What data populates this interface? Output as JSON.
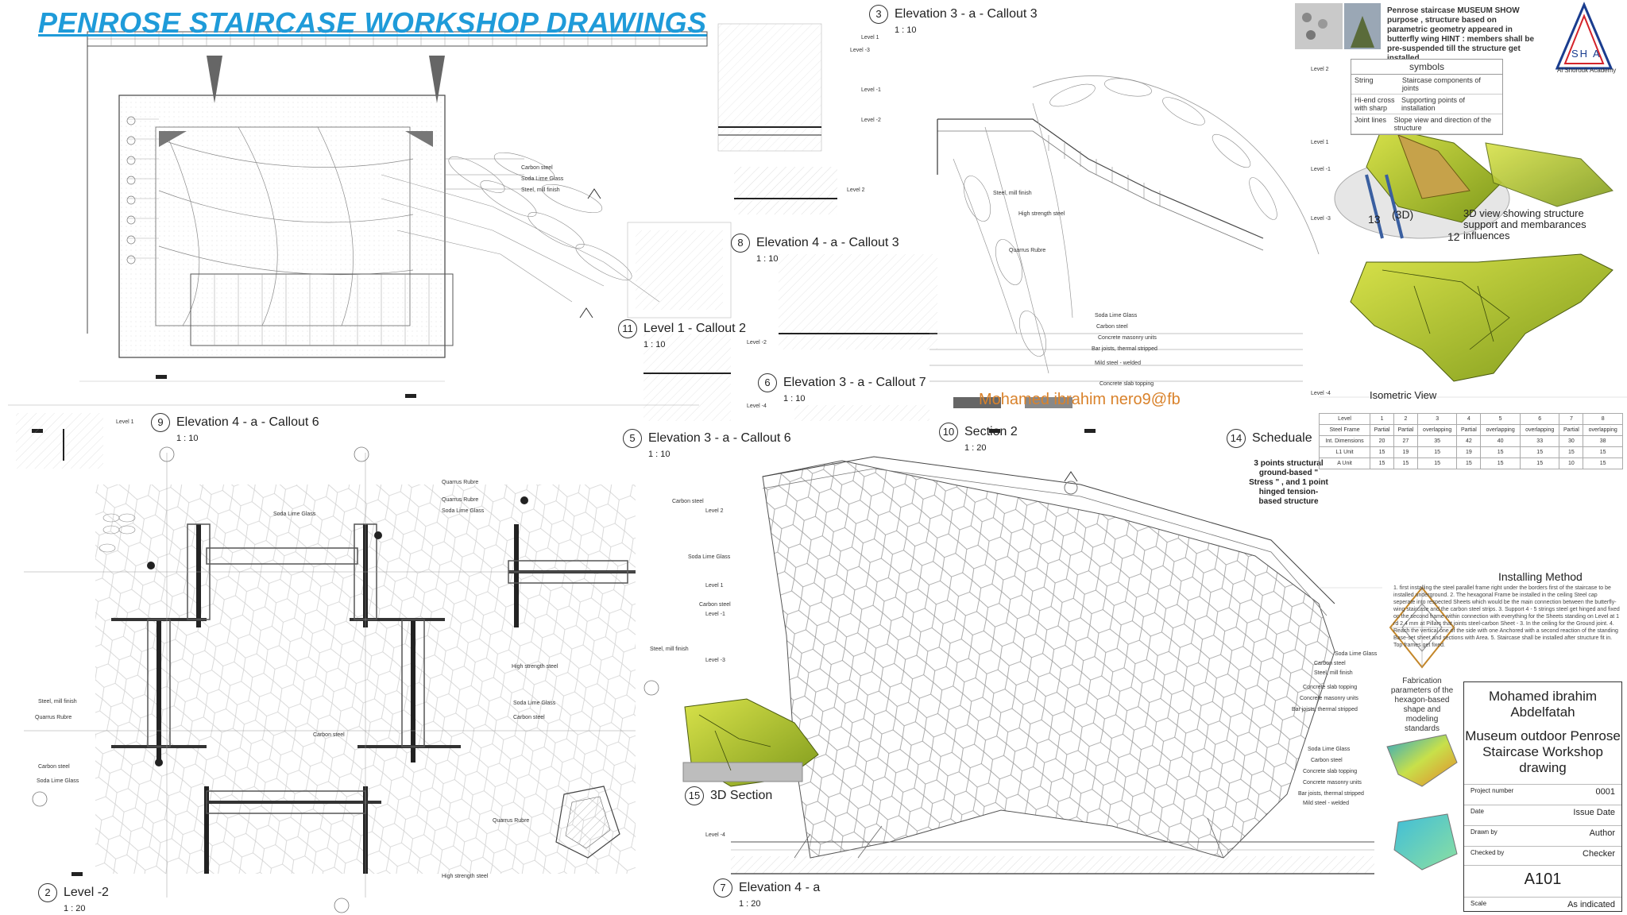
{
  "page_title": "PENROSE STAIRCASE WORKSHOP DRAWINGS",
  "credit": "Mohamed ibrahim nero9@fb",
  "views": {
    "level_minus2": {
      "num": "2",
      "title": "Level -2",
      "scale": "1 : 20"
    },
    "elev4_callout6": {
      "num": "9",
      "title": "Elevation 4 - a - Callout 6",
      "scale": "1 : 10"
    },
    "elev3_callout6": {
      "num": "5",
      "title": "Elevation 3 - a - Callout 6",
      "scale": "1 : 10"
    },
    "level1_callout2": {
      "num": "11",
      "title": "Level 1 - Callout 2",
      "scale": "1 : 10"
    },
    "elev4_callout3": {
      "num": "8",
      "title": "Elevation 4 - a - Callout 3",
      "scale": "1 : 10"
    },
    "elev3_callout7": {
      "num": "6",
      "title": "Elevation 3 - a - Callout 7",
      "scale": "1 : 10"
    },
    "elev3_callout3": {
      "num": "3",
      "title": "Elevation 3 - a - Callout 3",
      "scale": "1 : 10"
    },
    "section2": {
      "num": "10",
      "title": "Section 2",
      "scale": "1 : 20"
    },
    "schedule": {
      "num": "14",
      "title": "Scheduale"
    },
    "section3d": {
      "num": "15",
      "title": "3D Section"
    },
    "elev4a": {
      "num": "7",
      "title": "Elevation 4 - a",
      "scale": "1 : 20"
    }
  },
  "schedule_desc": "3 points structural ground-based \" Stress \" , and 1 point hinged tension-based structure",
  "info_top": "Penrose staircase MUSEUM SHOW purpose , structure based on parametric geometry appeared in butterfly wing HINT : members shall be pre-suspended till the structure get installed",
  "logo_text": "Al Shorouk Academy",
  "logo_letters": "SH A",
  "symbols": {
    "title": "symbols",
    "rows": [
      [
        "String",
        "Staircase components of joints"
      ],
      [
        "Hi-end cross with sharp",
        "Supporting points of installation"
      ],
      [
        "Joint lines",
        "Slope view and direction of the structure"
      ]
    ]
  },
  "view3d": {
    "num_a": "13",
    "num_b": "12",
    "tag": "(3D)",
    "label": "3D view showing structure support and membarances influences"
  },
  "isometric": "Isometric View",
  "installing_title": "Installing Method",
  "installing_text": "1. first installing the steel parallel frame right under the borders first of the staircase to be installed underground. 2. The hexagonal Frame be installed in the ceiling Steel cap seperate into respected Sheets which would be the main connection between the butterfly-wing staircase and the carbon steel strips. 3. Support 4 - 5 strings steel get hinged and fixed on the second frame within connection with everything for the Sheets standing on Level at 1 rd 2.4 mm at Pillars that joints steel-carbon Sheet - 3. In the ceiling for the Ground joint. 4. Reach the vertical one of the side with one Anchored with a second reaction of the standing Base-set sheet and sections with Area. 5. Staircase shall be installed after structure fit in. Top frames get fixed.",
  "fabrication": "Fabrication parameters of the hexagon-based shape and modeling standards",
  "titleblock": {
    "name": "Mohamed ibrahim Abdelfatah",
    "project": "Museum outdoor Penrose Staircase Workshop drawing",
    "rows": [
      [
        "Project number",
        "0001"
      ],
      [
        "Date",
        "Issue Date"
      ],
      [
        "Drawn by",
        "Author"
      ],
      [
        "Checked by",
        "Checker"
      ]
    ],
    "sheet": "A101",
    "scale_row": [
      "Scale",
      "As indicated"
    ]
  },
  "labels": {
    "carbon_steel": "Carbon steel",
    "soda_lime": "Soda Lime Glass",
    "quarrus_rubre": "Quarrus Rubre",
    "steel_mill": "Steel, mill finish",
    "high_strength": "High strength steel",
    "concrete_slab": "Concrete slab topping",
    "concrete_masonry": "Concrete masonry units",
    "bar_joists": "Bar joists, thermal stripped",
    "mild_steel": "Mild steel - welded"
  },
  "levels": [
    "Level 2",
    "Level 1",
    "Level -1",
    "Level -2",
    "Level -3",
    "Level -4"
  ],
  "sched_headers": [
    "Level",
    "1",
    "2",
    "3",
    "4",
    "5",
    "6",
    "7",
    "8"
  ],
  "sched_rows": [
    [
      "Steel Frame",
      "Partial",
      "Partial",
      "overlapping",
      "Partial",
      "overlapping",
      "overlapping",
      "Partial",
      "overlapping"
    ],
    [
      "Int. Dimensions",
      "20",
      "27",
      "35",
      "42",
      "40",
      "33",
      "30",
      "38"
    ],
    [
      "L1 Unit",
      "15",
      "19",
      "15",
      "19",
      "15",
      "15",
      "15",
      "15"
    ],
    [
      "A Unit",
      "15",
      "15",
      "15",
      "15",
      "15",
      "15",
      "10",
      "15"
    ]
  ]
}
